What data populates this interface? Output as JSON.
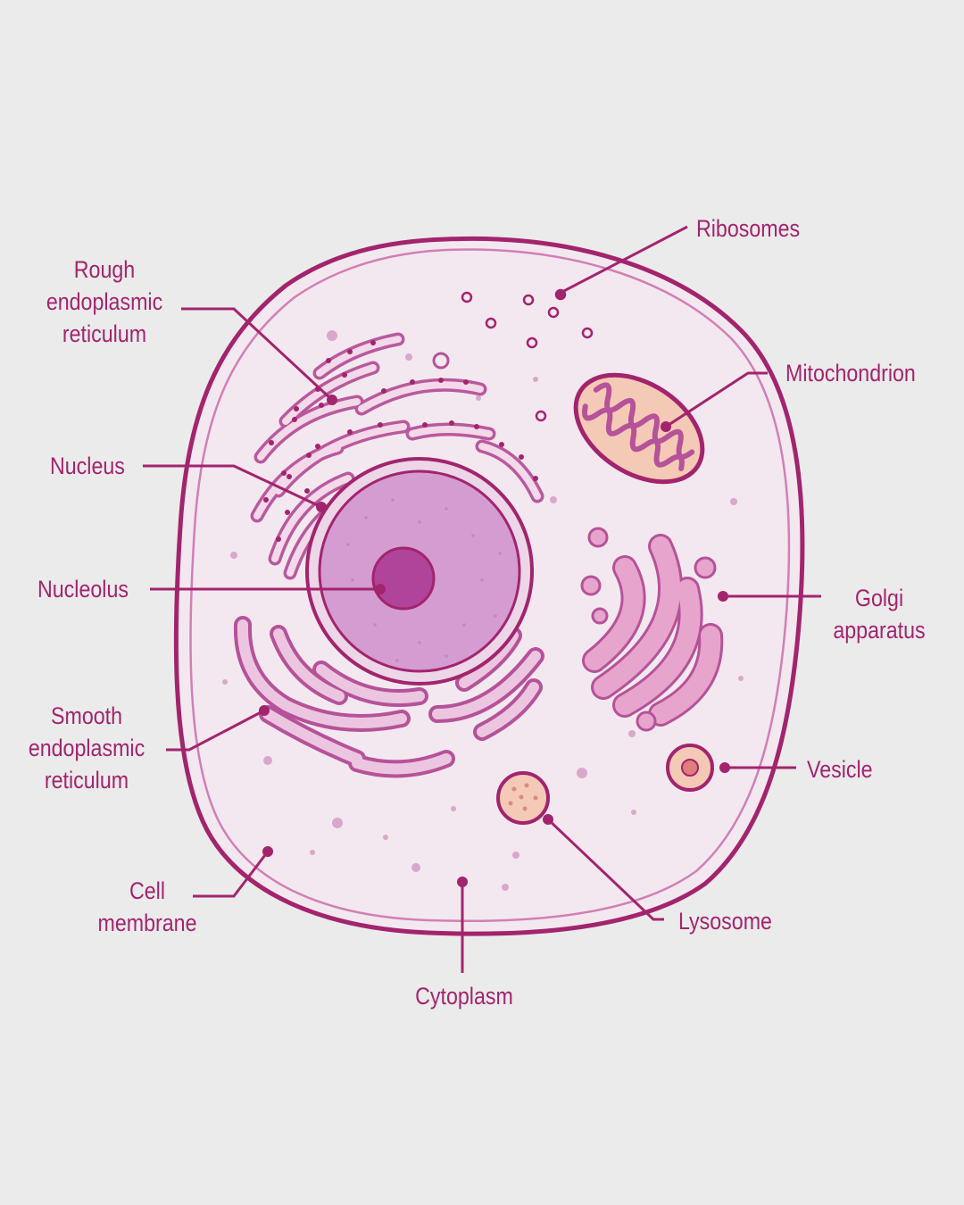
{
  "colors": {
    "background": "#ebebeb",
    "membrane": "#a3246e",
    "cytoplasm": "#f3e8ef",
    "nucleus": "#d59cd1",
    "nucleolus": "#b0449a",
    "organelle_pink": "#e7a4cd",
    "organelle_outline": "#b65299",
    "mitochondrion": "#f4c9b5",
    "label": "#a3246e"
  },
  "labels": {
    "rough_er": [
      "Rough",
      "endoplasmic",
      "reticulum"
    ],
    "nucleus": [
      "Nucleus"
    ],
    "nucleolus": [
      "Nucleolus"
    ],
    "smooth_er": [
      "Smooth",
      "endoplasmic",
      "reticulum"
    ],
    "cell_membrane": [
      "Cell",
      "membrane"
    ],
    "cytoplasm": [
      "Cytoplasm"
    ],
    "ribosomes": [
      "Ribosomes"
    ],
    "mitochondrion": [
      "Mitochondrion"
    ],
    "golgi": [
      "Golgi",
      "apparatus"
    ],
    "vesicle": [
      "Vesicle"
    ],
    "lysosome": [
      "Lysosome"
    ]
  }
}
